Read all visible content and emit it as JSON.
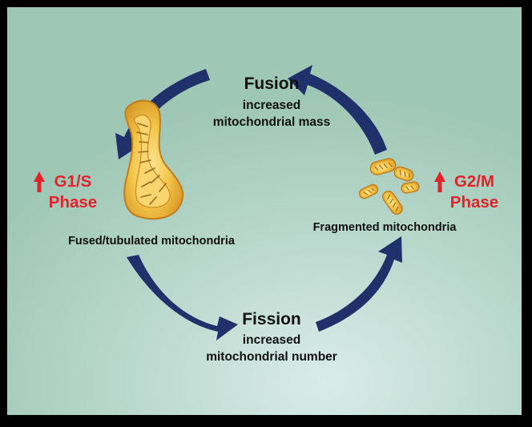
{
  "fusion": {
    "title": "Fusion",
    "line1": "increased",
    "line2": "mitochondrial mass"
  },
  "fission": {
    "title": "Fission",
    "line1": "increased",
    "line2": "mitochondrial number"
  },
  "left_state": {
    "label": "Fused/tubulated mitochondria",
    "phase_line1": "G1/S",
    "phase_line2": "Phase"
  },
  "right_state": {
    "label": "Fragmented mitochondria",
    "phase_line1": "G2/M",
    "phase_line2": "Phase"
  },
  "colors": {
    "arrow": "#20306b",
    "phase_text": "#e3232b",
    "mito_fill": "#f2c34a",
    "mito_outline": "#c07f1c",
    "frame": "#000000"
  }
}
